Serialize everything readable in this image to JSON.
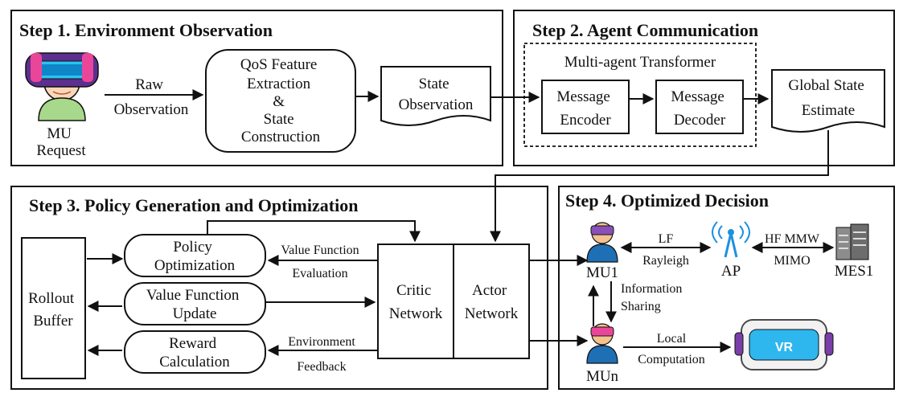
{
  "steps": {
    "s1": "Step 1. Environment Observation",
    "s2": "Step 2. Agent Communication",
    "s3": "Step 3.  Policy Generation and Optimization",
    "s4": "Step 4. Optimized Decision"
  },
  "step1": {
    "mu_label": [
      "MU",
      "Request"
    ],
    "raw_obs": [
      "Raw",
      "Observation"
    ],
    "qos": [
      "QoS Feature",
      "Extraction",
      "&",
      "State",
      "Construction"
    ],
    "state_obs": [
      "State",
      "Observation"
    ]
  },
  "step2": {
    "transformer": "Multi-agent Transformer",
    "encoder": [
      "Message",
      "Encoder"
    ],
    "decoder": [
      "Message",
      "Decoder"
    ],
    "global": [
      "Global State",
      "Estimate"
    ]
  },
  "step3": {
    "rollout": [
      "Rollout",
      "Buffer"
    ],
    "policy": [
      "Policy",
      "Optimization"
    ],
    "vf_update": [
      "Value Function",
      "Update"
    ],
    "reward": [
      "Reward",
      "Calculation"
    ],
    "vf_eval": [
      "Value Function",
      "Evaluation"
    ],
    "env_fb": [
      "Environment",
      "Feedback"
    ],
    "critic": [
      "Critic",
      "Network"
    ],
    "actor": [
      "Actor",
      "Network"
    ]
  },
  "step4": {
    "mu1": "MU1",
    "mun": "MUn",
    "ap": "AP",
    "mes": "MES1",
    "lf": [
      "LF",
      "Rayleigh"
    ],
    "hf": [
      "HF MMW",
      "MIMO"
    ],
    "info": [
      "Information",
      "Sharing"
    ],
    "local": [
      "Local",
      "Computation"
    ],
    "vr_mark": "VR"
  }
}
